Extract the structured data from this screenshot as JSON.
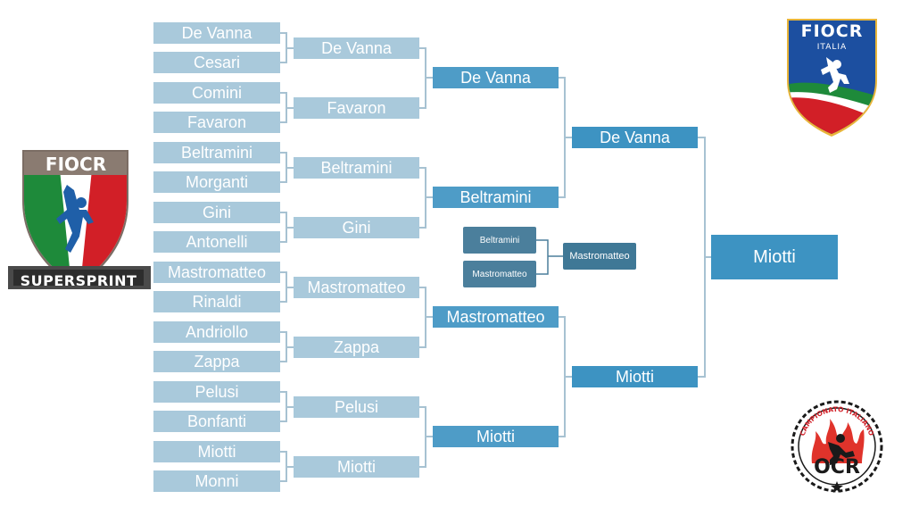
{
  "round1": [
    "De Vanna",
    "Cesari",
    "Comini",
    "Favaron",
    "Beltramini",
    "Morganti",
    "Gini",
    "Antonelli",
    "Mastromatteo",
    "Rinaldi",
    "Andriollo",
    "Zappa",
    "Pelusi",
    "Bonfanti",
    "Miotti",
    "Monni"
  ],
  "round2": [
    "De Vanna",
    "Favaron",
    "Beltramini",
    "Gini",
    "Mastromatteo",
    "Zappa",
    "Pelusi",
    "Miotti"
  ],
  "round3": [
    "De Vanna",
    "Beltramini",
    "Mastromatteo",
    "Miotti"
  ],
  "semis": [
    "De Vanna",
    "Miotti"
  ],
  "winner": "Miotti",
  "third_place": {
    "players": [
      "Beltramini",
      "Mastromatteo"
    ],
    "winner": "Mastromatteo"
  },
  "logos": {
    "left": {
      "org": "FIOCR",
      "banner": "SUPERSPRINT"
    },
    "right_top": {
      "org": "FIOCR",
      "sub": "ITALIA"
    },
    "right_bottom": {
      "arc": "CAMPIONATO ITALIANO",
      "main": "OCR"
    }
  },
  "colors": {
    "pale_box": "#a9c9db",
    "mid_box": "#4e9cc7",
    "final_box": "#3d93c2",
    "third_box": "#4b7f9c"
  }
}
